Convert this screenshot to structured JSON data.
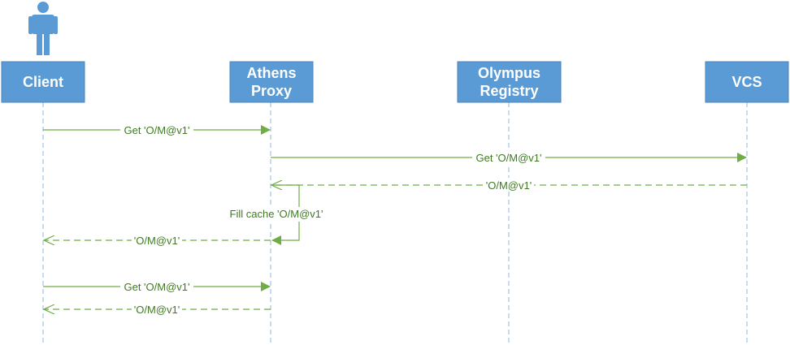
{
  "participants": [
    {
      "id": "client",
      "label": "Client",
      "has_actor_icon": true
    },
    {
      "id": "athens",
      "label": "Athens\nProxy"
    },
    {
      "id": "olympus",
      "label": "Olympus\nRegistry"
    },
    {
      "id": "vcs",
      "label": "VCS"
    }
  ],
  "messages": [
    {
      "from": "client",
      "to": "athens",
      "label": "Get 'O/M@v1'",
      "style": "solid"
    },
    {
      "from": "athens",
      "to": "vcs",
      "label": "Get 'O/M@v1'",
      "style": "solid"
    },
    {
      "from": "vcs",
      "to": "athens",
      "label": "'O/M@v1'",
      "style": "dashed"
    },
    {
      "from": "athens",
      "to": "athens",
      "label": "Fill cache 'O/M@v1'",
      "style": "self"
    },
    {
      "from": "athens",
      "to": "client",
      "label": "'O/M@v1'",
      "style": "dashed"
    },
    {
      "from": "client",
      "to": "athens",
      "label": "Get 'O/M@v1'",
      "style": "solid"
    },
    {
      "from": "athens",
      "to": "client",
      "label": "'O/M@v1'",
      "style": "dashed"
    }
  ],
  "colors": {
    "participant_fill": "#5b9bd5",
    "lifeline": "#8db4e2",
    "message": "#70ad47",
    "message_text": "#3f7a22"
  }
}
